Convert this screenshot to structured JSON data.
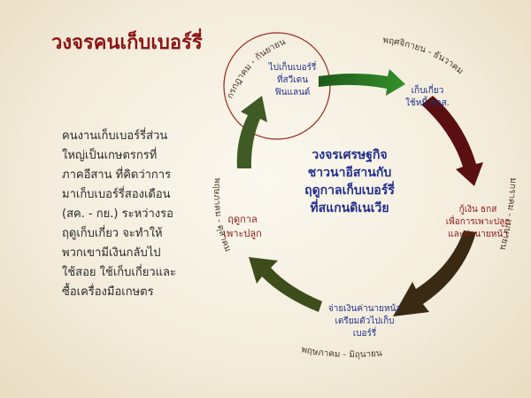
{
  "title": "วงจรคนเก็บเบอร์รี่",
  "intro_lines": [
    "คนงานเก็บเบอร์รี่ส่วน",
    "ใหญ่เป็นเกษตรกรที่",
    "ภาคอีสาน ที่คิดว่าการ",
    "มาเก็บเบอร์รี่สองเดือน",
    "(สค. - กย.) ระหว่างรอ",
    "ฤดูเก็บเกี่ยว จะทำให้",
    "พวกเขามีเงินกลับไป",
    "ใช้สอย ใช้เก็บเกี่ยวและ",
    "ซื้อเครื่องมือเกษตร"
  ],
  "center": {
    "lines": [
      "วงจรเศรษฐกิจ",
      "ชาวนาอีสานกับ",
      "ฤดูกาลเก็บเบอร์รี่",
      "ที่สแกนดิเนเวีย"
    ]
  },
  "nodes": {
    "berry": [
      "ไปเก็บเบอร์รี่",
      "ที่สวีเดน",
      "ฟินแลนด์"
    ],
    "harvest": [
      "เก็บเกี่ยว",
      "ใช้หนี้ ธกส."
    ],
    "loan": [
      "กู้เงิน ธกส",
      "เพื่อการเพาะปลูก",
      "และค่านายหน้า"
    ],
    "broker": [
      "จ่ายเงินค่านายหน้า",
      "เตรียมตัวไปเก็บ",
      "เบอร์รี่"
    ],
    "planting": [
      "ฤดูกาล",
      "เพาะปลูก"
    ]
  },
  "arc_labels": {
    "top_left": "กรกฎาคม - กันยายน",
    "top_right": "พฤศจิกายน - ธันวาคม",
    "right": "มกราคม - เมษายน",
    "bottom": "พฤษภาคม - มิถุนายน",
    "left": "พฤษภาคม - ตุลาคม"
  },
  "colors": {
    "title": "#8c1414",
    "text_blue": "#1f2e8c",
    "text_red": "#8c1414",
    "arrow_green_dark": "#1f5a1a",
    "arrow_green_light": "#2f7f22",
    "arrow_maroon": "#5a0f12",
    "arrow_brown": "#3a2a14",
    "arrow_olive": "#3d4d1c",
    "circle": "#9a2a22"
  }
}
